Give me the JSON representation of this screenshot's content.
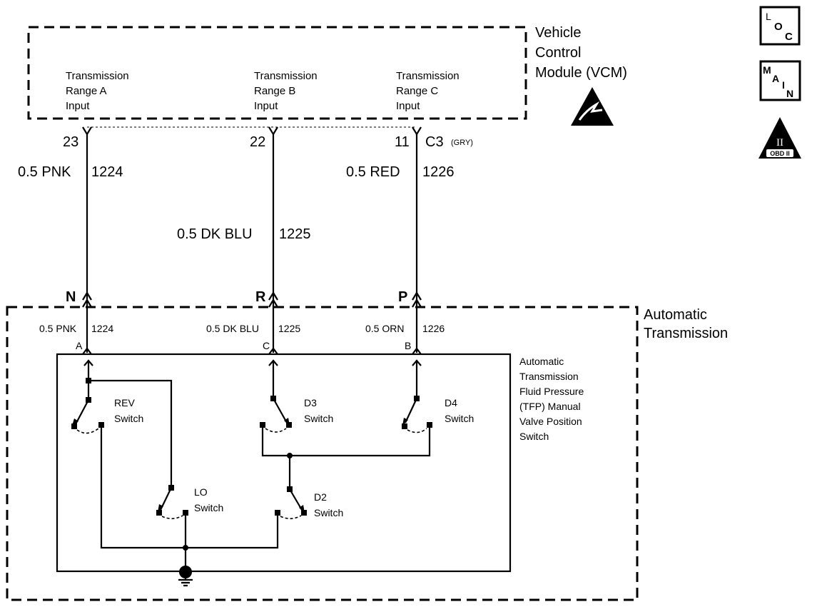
{
  "vcm": {
    "title_lines": [
      "Vehicle",
      "Control",
      "Module (VCM)"
    ],
    "inputs": [
      {
        "lines": [
          "Transmission",
          "Range A",
          "Input"
        ]
      },
      {
        "lines": [
          "Transmission",
          "Range B",
          "Input"
        ]
      },
      {
        "lines": [
          "Transmission",
          "Range C",
          "Input"
        ]
      }
    ],
    "connector": "C3",
    "connector_color": "(GRY)"
  },
  "wires_upper": [
    {
      "pin": "23",
      "color": "0.5 PNK",
      "circuit": "1224"
    },
    {
      "pin": "22",
      "color": "0.5 DK BLU",
      "circuit": "1225"
    },
    {
      "pin": "11",
      "color": "0.5 RED",
      "circuit": "1226"
    }
  ],
  "transmission": {
    "title_lines": [
      "Automatic",
      "Transmission"
    ],
    "connector_letters": [
      "N",
      "R",
      "P"
    ],
    "wires": [
      {
        "color": "0.5 PNK",
        "circuit": "1224",
        "pin": "A"
      },
      {
        "color": "0.5 DK BLU",
        "circuit": "1225",
        "pin": "C"
      },
      {
        "color": "0.5 ORN",
        "circuit": "1226",
        "pin": "B"
      }
    ]
  },
  "tfp_switch": {
    "label_lines": [
      "Automatic",
      "Transmission",
      "Fluid Pressure",
      "(TFP) Manual",
      "Valve Position",
      "Switch"
    ],
    "switches": [
      {
        "name": "REV",
        "suffix": "Switch"
      },
      {
        "name": "LO",
        "suffix": "Switch"
      },
      {
        "name": "D3",
        "suffix": "Switch"
      },
      {
        "name": "D2",
        "suffix": "Switch"
      },
      {
        "name": "D4",
        "suffix": "Switch"
      }
    ]
  },
  "badges": {
    "loc": [
      "L",
      "O",
      "C"
    ],
    "main": [
      "M",
      "A",
      "I",
      "N"
    ],
    "obd": {
      "numeral": "II",
      "text": "OBD II"
    }
  },
  "icons": [
    "esd-sensitive-icon",
    "ground-icon",
    "loc-icon",
    "main-icon",
    "obd-ii-icon"
  ]
}
